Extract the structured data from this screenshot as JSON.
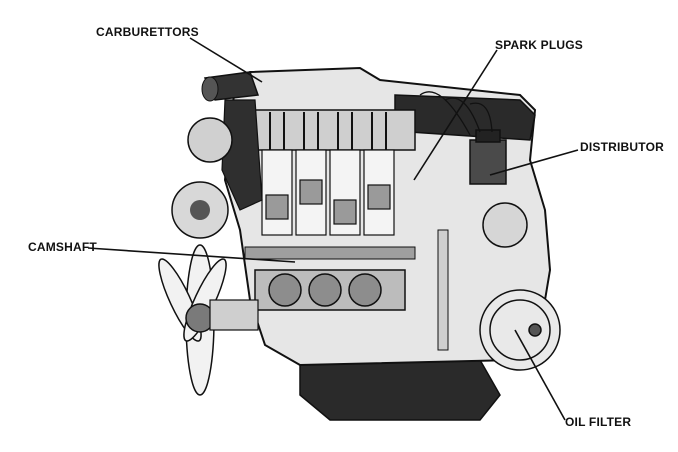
{
  "labels": {
    "carburettors": "CARBURETTORS",
    "spark_plugs": "SPARK PLUGS",
    "distributor": "DISTRIBUTOR",
    "camshaft": "CAMSHAFT",
    "oil_filter": "OIL FILTER"
  },
  "colors": {
    "ink": "#111111",
    "dark": "#2a2a2a",
    "mid": "#7a7a7a",
    "light": "#d8d8d8",
    "paper": "#ffffff"
  }
}
